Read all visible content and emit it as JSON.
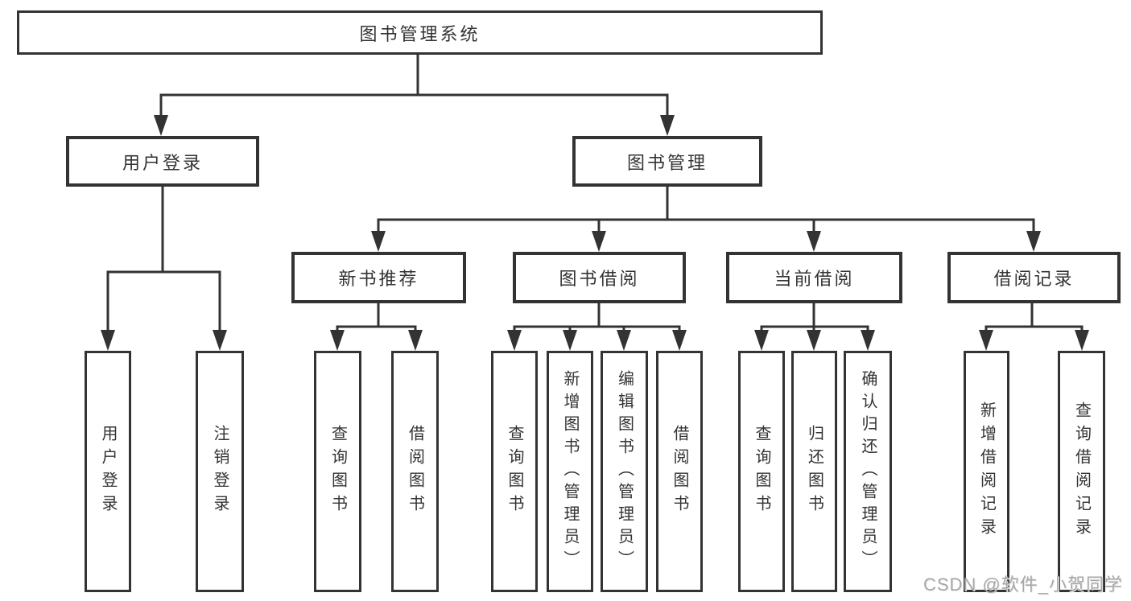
{
  "diagram_type": "hierarchy-tree",
  "tree": {
    "label": "图书管理系统",
    "children": [
      {
        "label": "用户登录",
        "children": [
          {
            "label": "用户登录"
          },
          {
            "label": "注销登录"
          }
        ]
      },
      {
        "label": "图书管理",
        "children": [
          {
            "label": "新书推荐",
            "children": [
              {
                "label": "查询图书"
              },
              {
                "label": "借阅图书"
              }
            ]
          },
          {
            "label": "图书借阅",
            "children": [
              {
                "label": "查询图书"
              },
              {
                "label": "新增图书（管理员）"
              },
              {
                "label": "编辑图书（管理员）"
              },
              {
                "label": "借阅图书"
              }
            ]
          },
          {
            "label": "当前借阅",
            "children": [
              {
                "label": "查询图书"
              },
              {
                "label": "归还图书"
              },
              {
                "label": "确认归还（管理员）"
              }
            ]
          },
          {
            "label": "借阅记录",
            "children": [
              {
                "label": "新增借阅记录"
              },
              {
                "label": "查询借阅记录"
              }
            ]
          }
        ]
      }
    ]
  },
  "watermark": {
    "text": "CSDN @软件_小贺同学"
  },
  "colors": {
    "line": "#333333",
    "box_border": "#333333",
    "box_fill": "#ffffff",
    "text": "#333333",
    "watermark": "#a8a8a8",
    "background": "#ffffff"
  }
}
